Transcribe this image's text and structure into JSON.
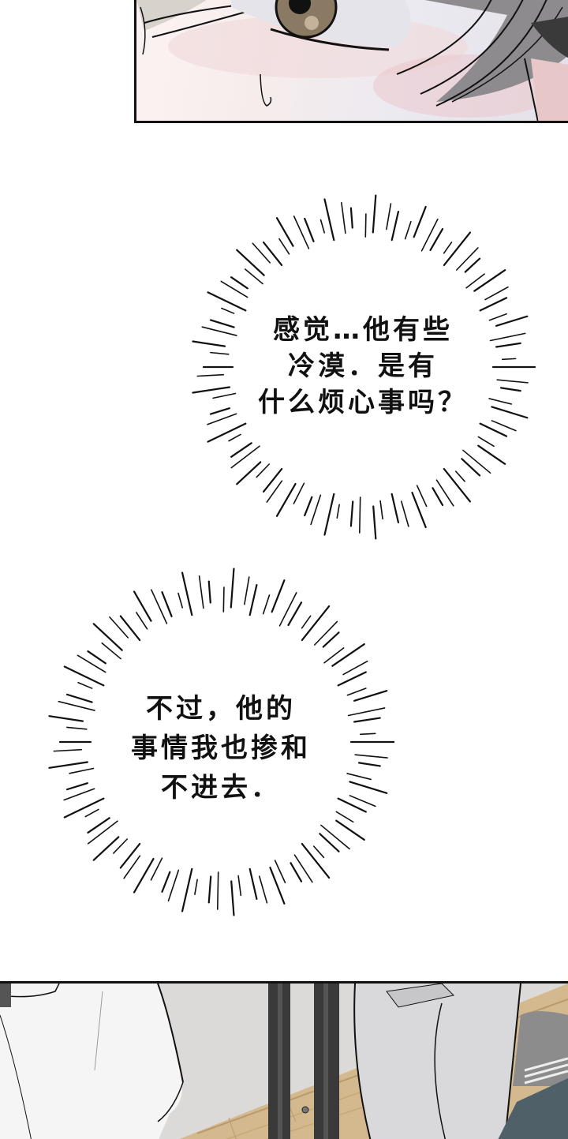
{
  "page": {
    "type": "webtoon-strip",
    "background": "#ffffff"
  },
  "panels": [
    {
      "id": "panel-top",
      "description": "close-up of a character's eye with gray hair and a sweat drop",
      "colors": {
        "skin": "#f7eeee",
        "blush": "#e7c3c6",
        "hair": "#8d8b8d",
        "iris": "#8a7a64",
        "outline": "#111111"
      }
    },
    {
      "id": "panel-bottom",
      "description": "two characters standing in a gym by a treadmill",
      "colors": {
        "shirt": "#f4f4f4",
        "wall": "#d9d7d6",
        "floor": "#cdb187",
        "pants": "#d6d6d8",
        "machine": "#3a3a3a",
        "mat": "#4f6069"
      }
    }
  ],
  "thoughts": [
    {
      "id": "thought-1",
      "lines": [
        "感觉…他有些",
        "冷漠．是有",
        "什么烦心事吗？"
      ]
    },
    {
      "id": "thought-2",
      "lines": [
        "不过，他的",
        "事情我也掺和",
        "不进去．"
      ]
    }
  ]
}
